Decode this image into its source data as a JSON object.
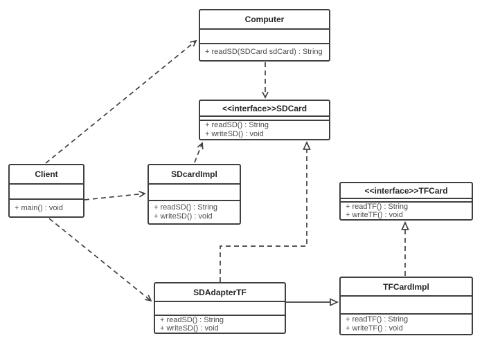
{
  "classes": {
    "computer": {
      "name": "Computer",
      "attributes": [],
      "methods": [
        "+ readSD(SDCard sdCard) : String"
      ]
    },
    "sdcard": {
      "name": "<<interface>>SDCard",
      "attributes": [],
      "methods": [
        "+ readSD() : String",
        "+ writeSD() : void"
      ]
    },
    "client": {
      "name": "Client",
      "attributes": [],
      "methods": [
        "+ main() : void"
      ]
    },
    "sdcardimpl": {
      "name": "SDcardImpl",
      "attributes": [],
      "methods": [
        "+ readSD() : String",
        "+ writeSD() : void"
      ]
    },
    "tfcard": {
      "name": "<<interface>>TFCard",
      "attributes": [],
      "methods": [
        "+ readTF() : String",
        "+ writeTF() : void"
      ]
    },
    "sdadaptertf": {
      "name": "SDAdapterTF",
      "attributes": [],
      "methods": [
        "+ readSD() : String",
        "+ writeSD() : void"
      ]
    },
    "tfcardimpl": {
      "name": "TFCardImpl",
      "attributes": [],
      "methods": [
        "+ readTF() : String",
        "+ writeTF() : void"
      ]
    }
  },
  "relationships": [
    {
      "from": "Client",
      "to": "Computer",
      "type": "dependency",
      "line": "dashed",
      "arrowhead": "open"
    },
    {
      "from": "Computer",
      "to": "SDCard",
      "type": "dependency",
      "line": "dashed",
      "arrowhead": "open"
    },
    {
      "from": "Client",
      "to": "SDcardImpl",
      "type": "dependency",
      "line": "dashed",
      "arrowhead": "open"
    },
    {
      "from": "SDcardImpl",
      "to": "SDCard",
      "type": "realization",
      "line": "dashed",
      "arrowhead": "open"
    },
    {
      "from": "Client",
      "to": "SDAdapterTF",
      "type": "dependency",
      "line": "dashed",
      "arrowhead": "open"
    },
    {
      "from": "SDAdapterTF",
      "to": "SDCard",
      "type": "realization",
      "line": "dashed",
      "arrowhead": "hollow-triangle"
    },
    {
      "from": "SDAdapterTF",
      "to": "TFCardImpl",
      "type": "generalization",
      "line": "solid",
      "arrowhead": "hollow-triangle"
    },
    {
      "from": "TFCardImpl",
      "to": "TFCard",
      "type": "realization",
      "line": "dashed",
      "arrowhead": "hollow-triangle"
    }
  ],
  "colors": {
    "line": "#3f3f3f",
    "title_text": "#262626",
    "method_text": "#4c4c4c",
    "background": "#ffffff"
  }
}
